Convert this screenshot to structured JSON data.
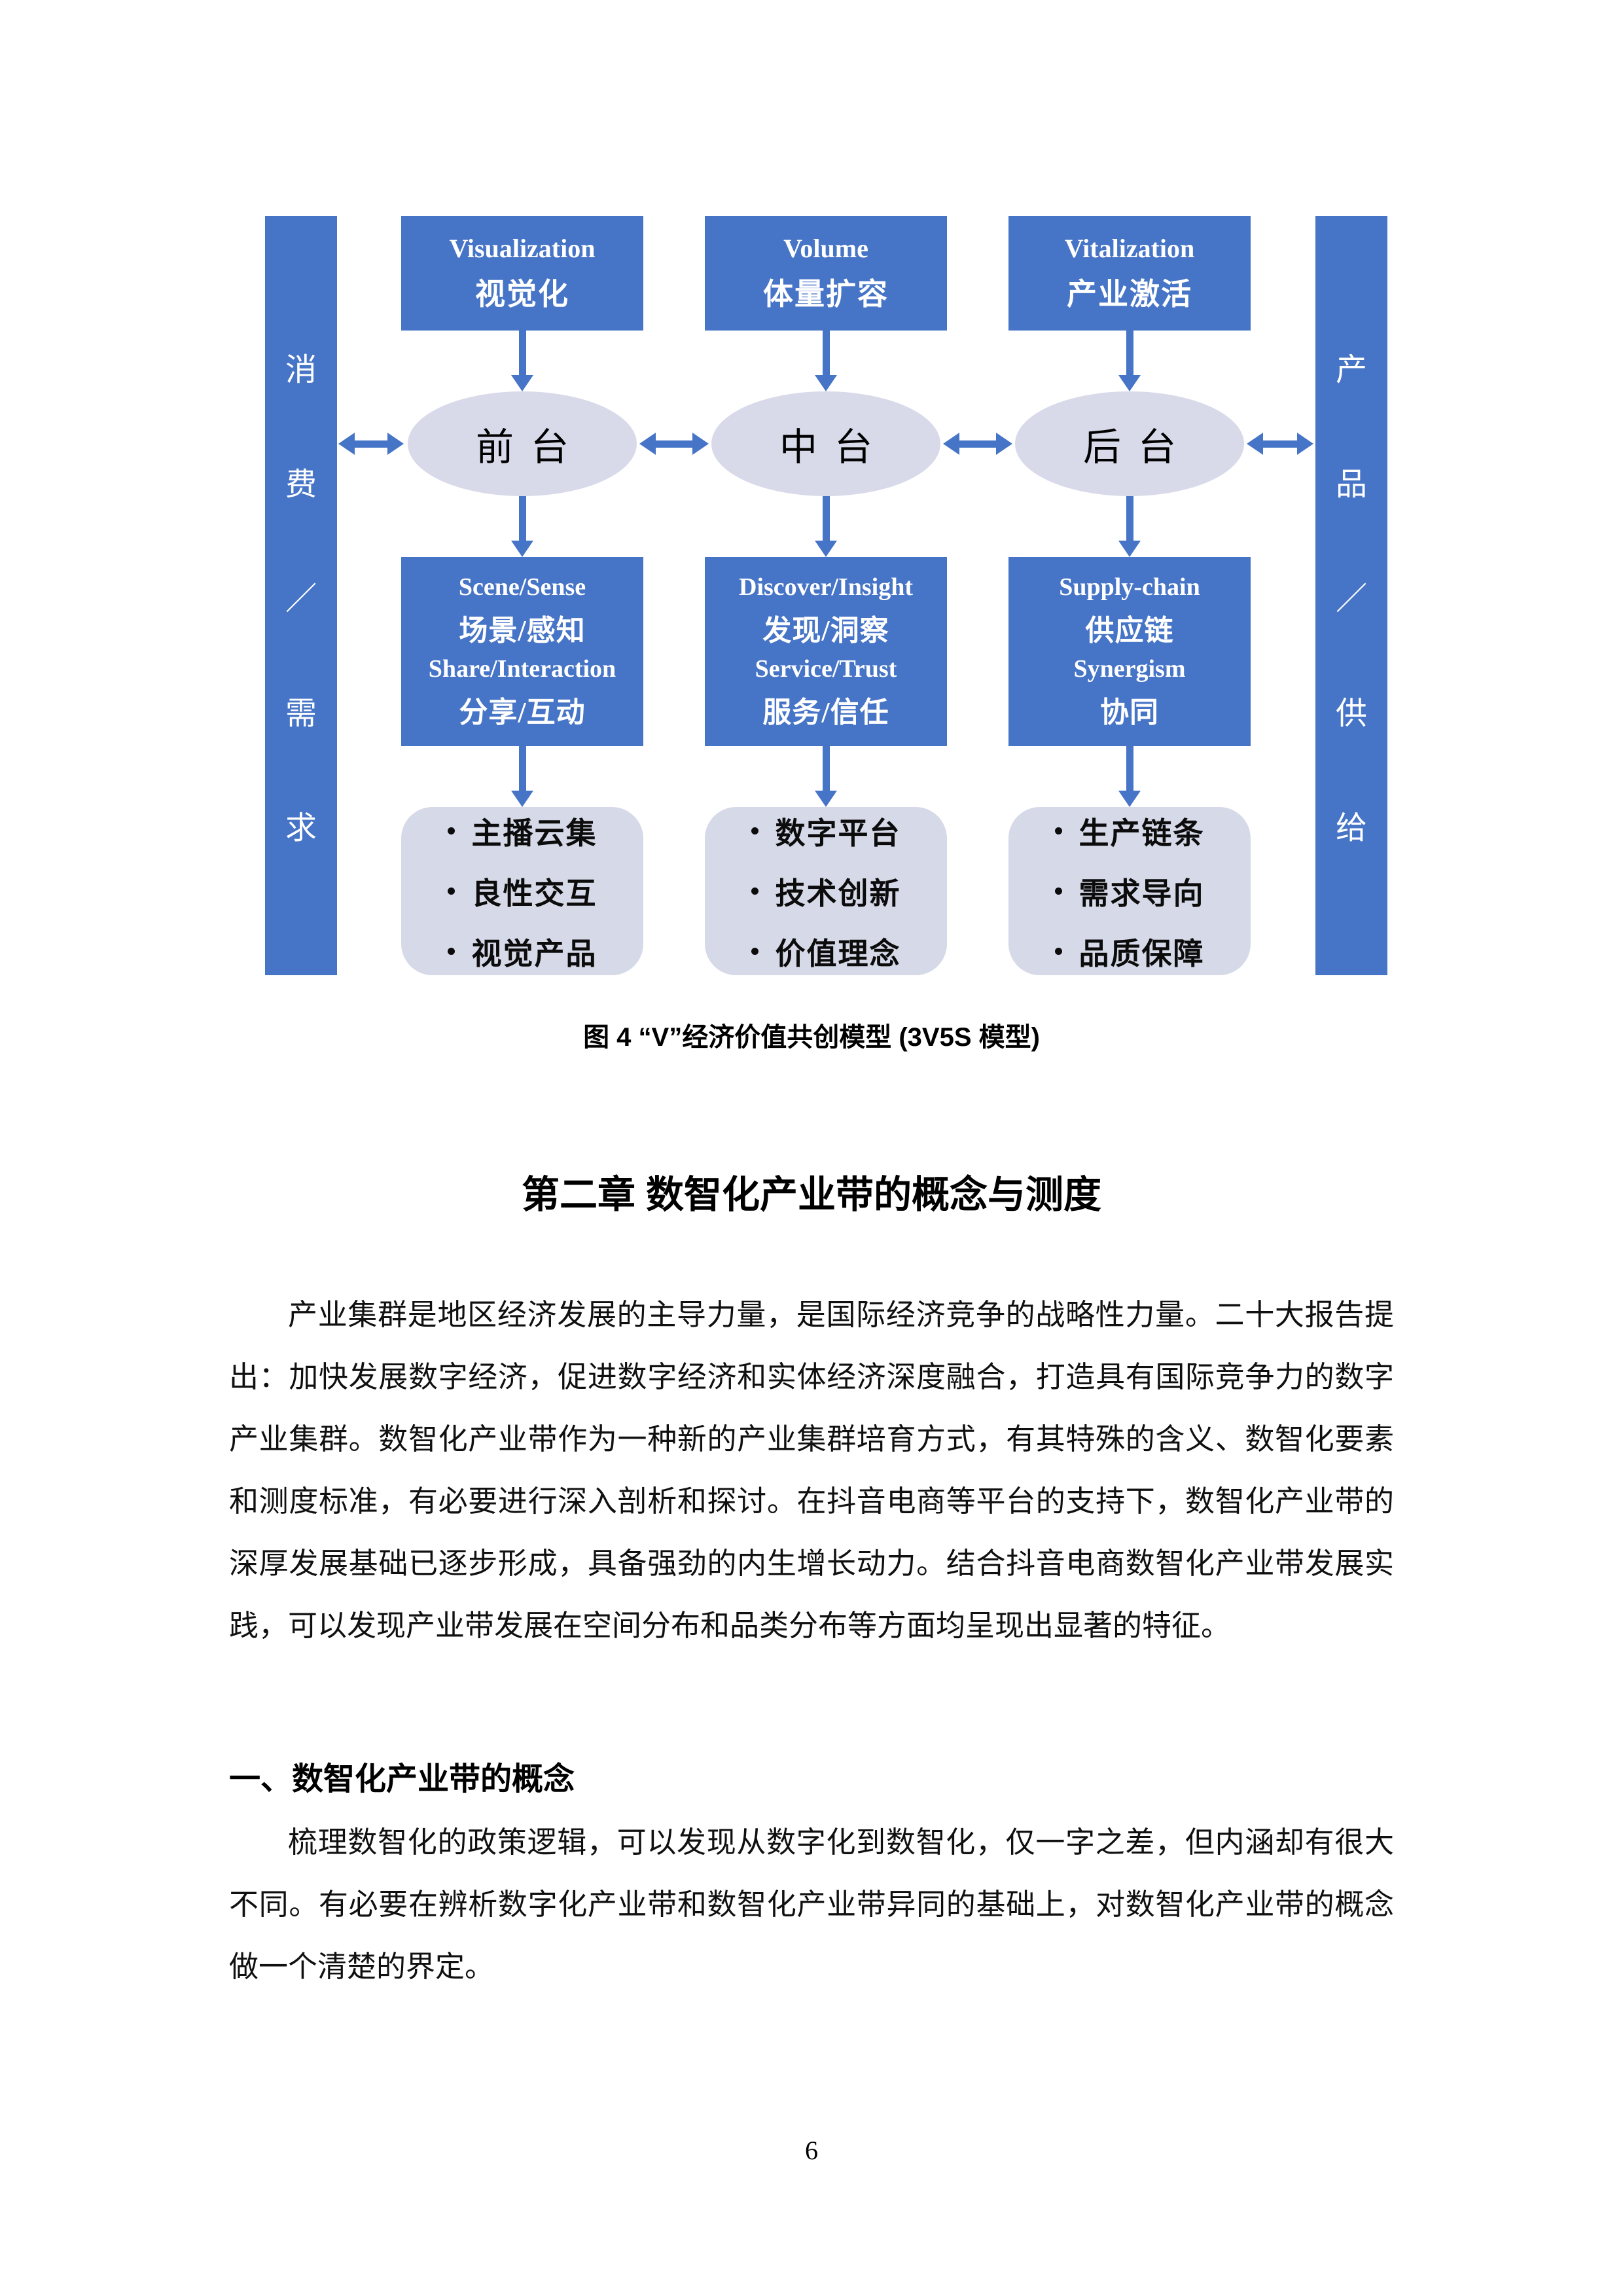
{
  "figure": {
    "sidebar_left": {
      "label": "消费／需求",
      "chars": [
        "消",
        "费",
        "／",
        "需",
        "求"
      ]
    },
    "sidebar_right": {
      "label": "产品／供给",
      "chars": [
        "产",
        "品",
        "／",
        "供",
        "给"
      ]
    },
    "columns": [
      {
        "top_en": "Visualization",
        "top_zh": "视觉化",
        "ellipse": "前台",
        "mid": [
          {
            "en": "Scene/Sense",
            "zh": "场景/感知"
          },
          {
            "en": "Share/Interaction",
            "zh": "分享/互动"
          }
        ],
        "bullets": [
          "主播云集",
          "良性交互",
          "视觉产品"
        ]
      },
      {
        "top_en": "Volume",
        "top_zh": "体量扩容",
        "ellipse": "中台",
        "mid": [
          {
            "en": "Discover/Insight",
            "zh": "发现/洞察"
          },
          {
            "en": "Service/Trust",
            "zh": "服务/信任"
          }
        ],
        "bullets": [
          "数字平台",
          "技术创新",
          "价值理念"
        ]
      },
      {
        "top_en": "Vitalization",
        "top_zh": "产业激活",
        "ellipse": "后台",
        "mid": [
          {
            "en": "Supply-chain",
            "zh": "供应链"
          },
          {
            "en": "Synergism",
            "zh": "协同"
          }
        ],
        "bullets": [
          "生产链条",
          "需求导向",
          "品质保障"
        ]
      }
    ],
    "caption": "图 4 “V”经济价值共创模型 (3V5S 模型)"
  },
  "chapter_title": "第二章 数智化产业带的概念与测度",
  "paragraphs": {
    "p1": "产业集群是地区经济发展的主导力量，是国际经济竞争的战略性力量。二十大报告提出：加快发展数字经济，促进数字经济和实体经济深度融合，打造具有国际竞争力的数字产业集群。数智化产业带作为一种新的产业集群培育方式，有其特殊的含义、数智化要素和测度标准，有必要进行深入剖析和探讨。在抖音电商等平台的支持下，数智化产业带的深厚发展基础已逐步形成，具备强劲的内生增长动力。结合抖音电商数智化产业带发展实践，可以发现产业带发展在空间分布和品类分布等方面均呈现出显著的特征。",
    "p2": "梳理数智化的政策逻辑，可以发现从数字化到数智化，仅一字之差，但内涵却有很大不同。有必要在辨析数字化产业带和数智化产业带异同的基础上，对数智化产业带的概念做一个清楚的界定。"
  },
  "section_heading": "一、数智化产业带的概念",
  "page_number": "6",
  "icons": {
    "down_arrow": "▼",
    "double_arrow": "↔",
    "bullet": "•"
  },
  "colors": {
    "primary_blue": "#4674C6",
    "ellipse_fill": "#D8DAE9",
    "panel_fill": "#D6D9E7"
  }
}
